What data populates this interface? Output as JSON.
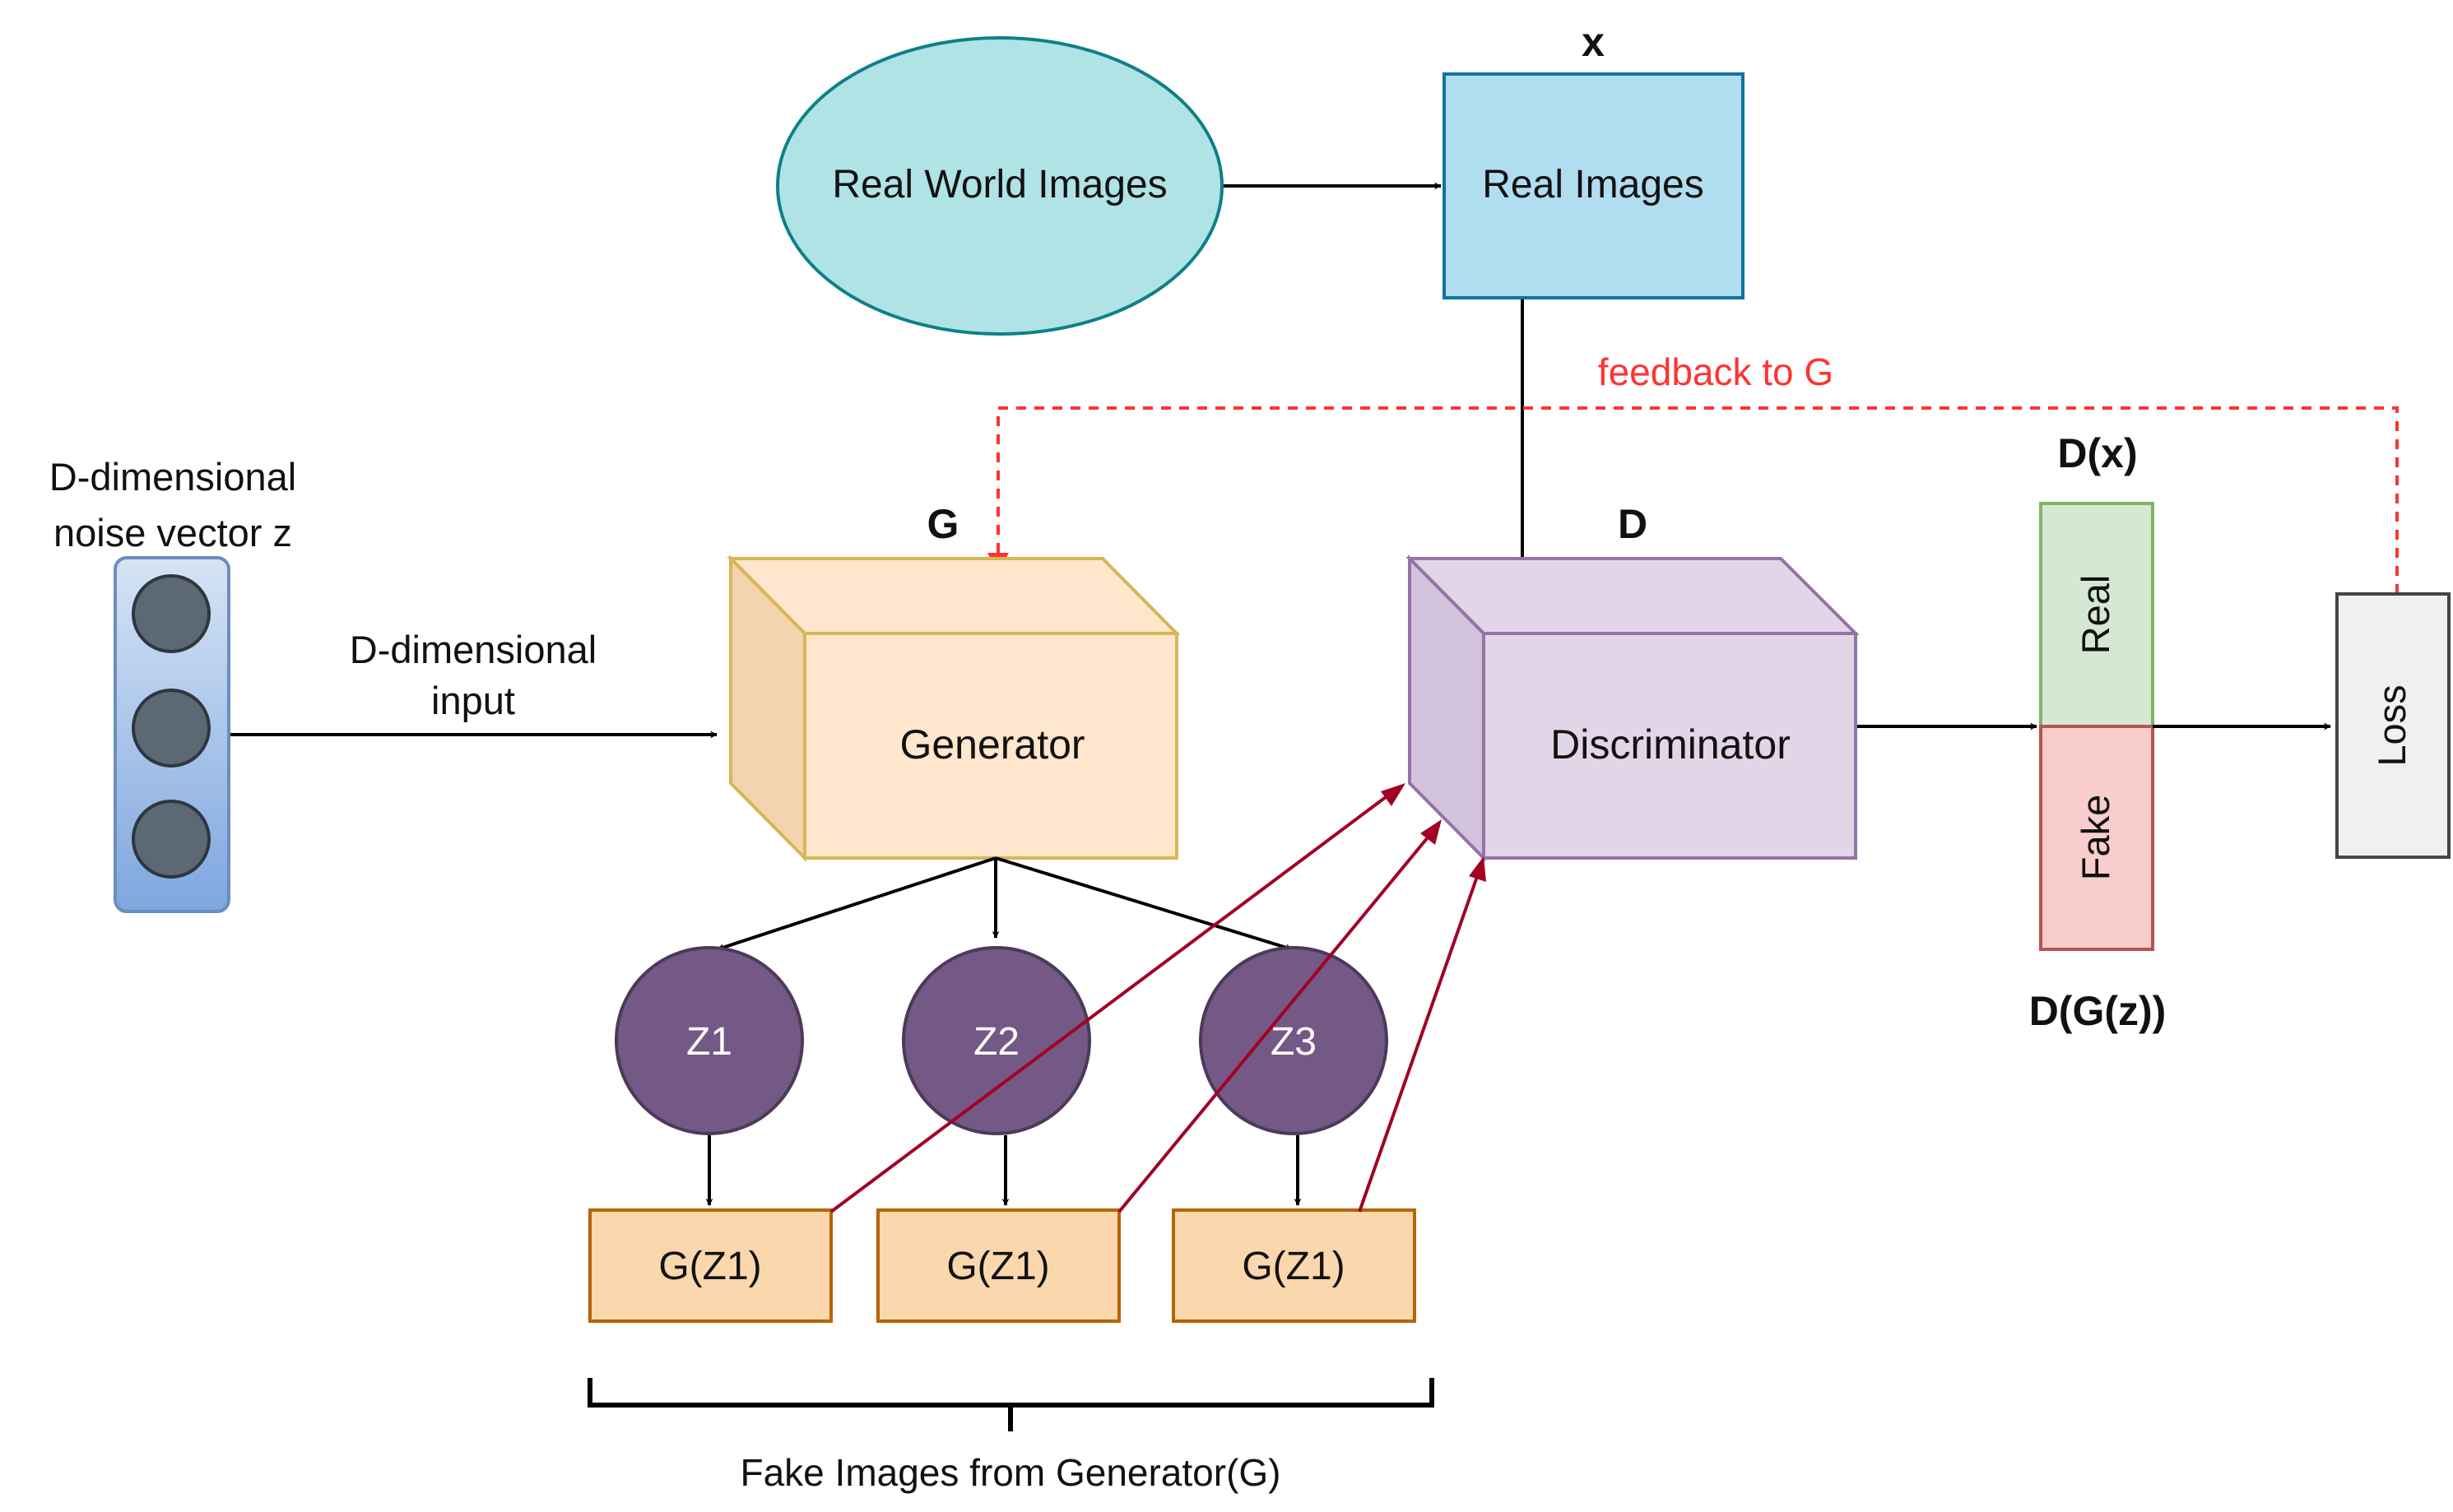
{
  "labels": {
    "real_world_images": "Real World Images",
    "real_images": "Real Images",
    "x_label": "x",
    "feedback": "feedback to G",
    "noise_vector_line1": "D-dimensional",
    "noise_vector_line2": "noise vector z",
    "input_line1": "D-dimensional",
    "input_line2": "input",
    "g_label": "G",
    "generator": "Generator",
    "d_label": "D",
    "discriminator": "Discriminator",
    "dx_label": "D(x)",
    "dgz_label": "D(G(z))",
    "real": "Real",
    "fake": "Fake",
    "loss": "Loss",
    "z1": "Z1",
    "z2": "Z2",
    "z3": "Z3",
    "gz_1": "G(Z1)",
    "gz_2": "G(Z1)",
    "gz_3": "G(Z1)",
    "fake_images_caption": "Fake Images from Generator(G)"
  },
  "colors": {
    "ellipse_fill": "#b0e3e6",
    "ellipse_stroke": "#0e8088",
    "real_box_fill": "#b1ddf0",
    "real_box_stroke": "#10739e",
    "generator_fill": "#ffe6cc",
    "generator_side": "#f4d3b0",
    "generator_stroke": "#d6b656",
    "discriminator_fill": "#e1d5e7",
    "discriminator_side": "#d3c3dc",
    "discriminator_stroke": "#9673a6",
    "real_fill": "#d5e8d4",
    "real_stroke": "#82b366",
    "fake_fill": "#f8cecc",
    "fake_stroke": "#b85450",
    "loss_fill": "#f0f0f0",
    "loss_stroke": "#444444",
    "z_node_fill": "#745886",
    "z_node_stroke": "#4b3a58",
    "gz_fill": "#fad7ac",
    "gz_stroke": "#b46504",
    "noise_bar_fill": "#a9c4eb",
    "noise_bar_stroke": "#6c8ebf",
    "noise_dot_fill": "#5c6873",
    "feedback": "#ff3333",
    "fake_arrow": "#a20025",
    "black_arrow": "#000000"
  }
}
